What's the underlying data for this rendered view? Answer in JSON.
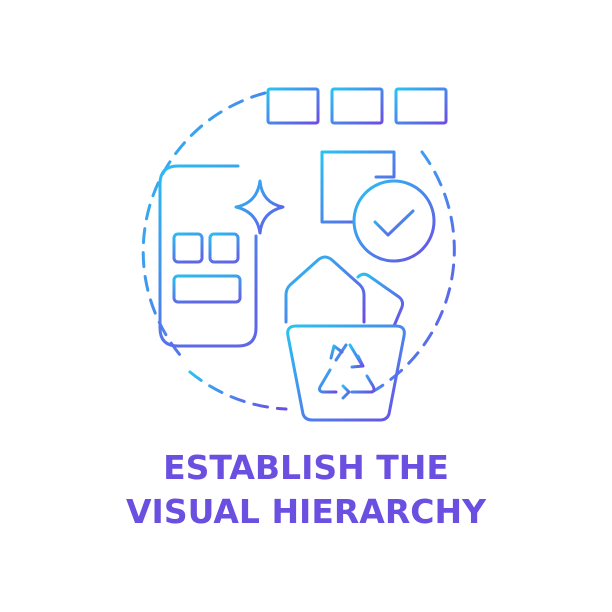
{
  "caption": {
    "line1": "ESTABLISH THE",
    "line2": "VISUAL HIERARCHY"
  },
  "icons": [
    "dashed-circle-outline",
    "hierarchy-boxes-icon",
    "checkmark-circle-icon",
    "mobile-screen-icon",
    "sparkle-icon",
    "recycle-bin-icon",
    "discarded-shapes-icon"
  ],
  "colors": {
    "gradient_start": "#27c3f3",
    "gradient_end": "#6b4de6",
    "caption": "#6a4fe0"
  }
}
